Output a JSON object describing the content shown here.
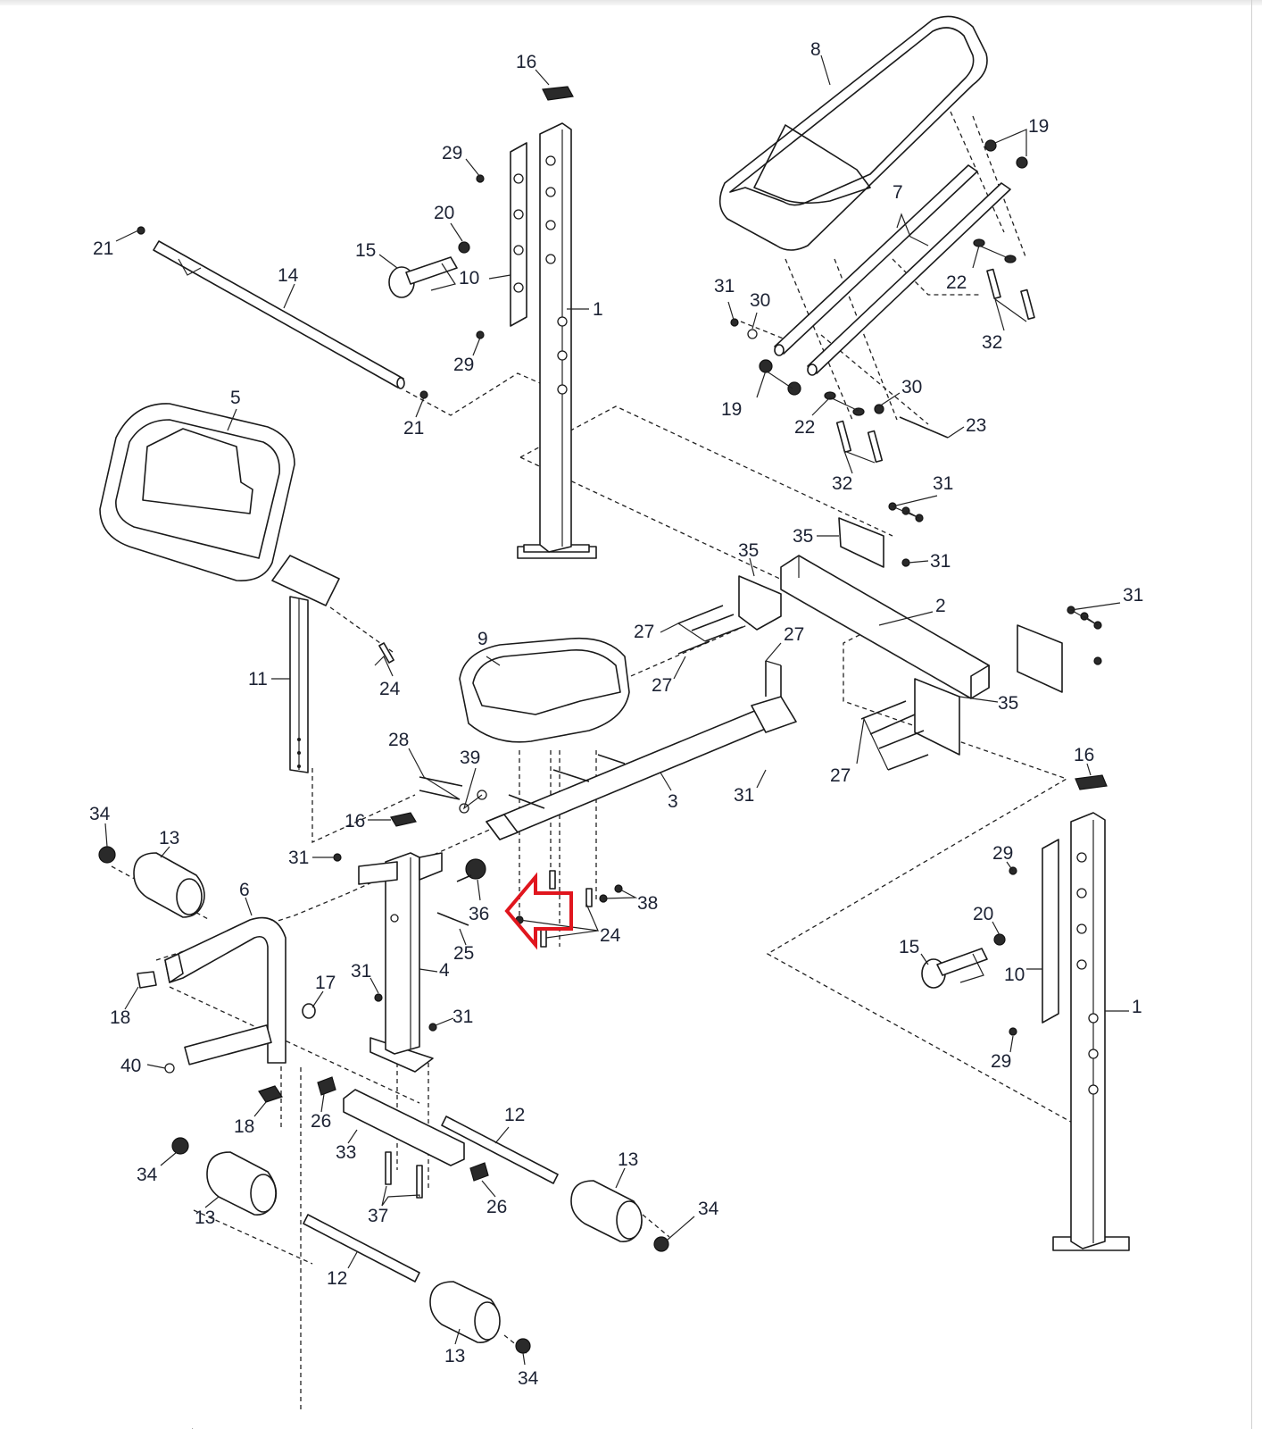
{
  "diagram": {
    "title": "Weight bench exploded parts diagram",
    "highlight": {
      "shape": "outline-arrow",
      "direction": "left",
      "color": "#e0161e",
      "points_to_part": "24"
    },
    "colors": {
      "line": "#1a1a1a",
      "label": "#1c2233",
      "highlight": "#e0161e",
      "background": "#ffffff"
    },
    "labels": [
      {
        "id": "l16a",
        "text": "16"
      },
      {
        "id": "l8",
        "text": "8"
      },
      {
        "id": "l19a",
        "text": "19"
      },
      {
        "id": "l29a",
        "text": "29"
      },
      {
        "id": "l20a",
        "text": "20"
      },
      {
        "id": "l21a",
        "text": "21"
      },
      {
        "id": "l15a",
        "text": "15"
      },
      {
        "id": "l10a",
        "text": "10"
      },
      {
        "id": "l14",
        "text": "14"
      },
      {
        "id": "l7",
        "text": "7"
      },
      {
        "id": "l22a",
        "text": "22"
      },
      {
        "id": "l31a",
        "text": "31"
      },
      {
        "id": "l30a",
        "text": "30"
      },
      {
        "id": "l1a",
        "text": "1"
      },
      {
        "id": "l32a",
        "text": "32"
      },
      {
        "id": "l29b",
        "text": "29"
      },
      {
        "id": "l21b",
        "text": "21"
      },
      {
        "id": "l19b",
        "text": "19"
      },
      {
        "id": "l30b",
        "text": "30"
      },
      {
        "id": "l22b",
        "text": "22"
      },
      {
        "id": "l23",
        "text": "23"
      },
      {
        "id": "l5",
        "text": "5"
      },
      {
        "id": "l32b",
        "text": "32"
      },
      {
        "id": "l31b",
        "text": "31"
      },
      {
        "id": "l35a",
        "text": "35"
      },
      {
        "id": "l35b",
        "text": "35"
      },
      {
        "id": "l31c",
        "text": "31"
      },
      {
        "id": "l2",
        "text": "2"
      },
      {
        "id": "l31d",
        "text": "31"
      },
      {
        "id": "l27a",
        "text": "27"
      },
      {
        "id": "l27b",
        "text": "27"
      },
      {
        "id": "l27c",
        "text": "27"
      },
      {
        "id": "l9",
        "text": "9"
      },
      {
        "id": "l11",
        "text": "11"
      },
      {
        "id": "l24a",
        "text": "24"
      },
      {
        "id": "l35c",
        "text": "35"
      },
      {
        "id": "l28",
        "text": "28"
      },
      {
        "id": "l39",
        "text": "39"
      },
      {
        "id": "l27d",
        "text": "27"
      },
      {
        "id": "l16b",
        "text": "16"
      },
      {
        "id": "l3",
        "text": "3"
      },
      {
        "id": "l31e",
        "text": "31"
      },
      {
        "id": "l34a",
        "text": "34"
      },
      {
        "id": "l13a",
        "text": "13"
      },
      {
        "id": "l16c",
        "text": "16"
      },
      {
        "id": "l29c",
        "text": "29"
      },
      {
        "id": "l31f",
        "text": "31"
      },
      {
        "id": "l6",
        "text": "6"
      },
      {
        "id": "l36",
        "text": "36"
      },
      {
        "id": "l38",
        "text": "38"
      },
      {
        "id": "l20b",
        "text": "20"
      },
      {
        "id": "l24b",
        "text": "24"
      },
      {
        "id": "l15b",
        "text": "15"
      },
      {
        "id": "l25",
        "text": "25"
      },
      {
        "id": "l10b",
        "text": "10"
      },
      {
        "id": "l4",
        "text": "4"
      },
      {
        "id": "l18a",
        "text": "18"
      },
      {
        "id": "l31g",
        "text": "31"
      },
      {
        "id": "l17",
        "text": "17"
      },
      {
        "id": "l31h",
        "text": "31"
      },
      {
        "id": "l1b",
        "text": "1"
      },
      {
        "id": "l40",
        "text": "40"
      },
      {
        "id": "l29d",
        "text": "29"
      },
      {
        "id": "l18b",
        "text": "18"
      },
      {
        "id": "l26a",
        "text": "26"
      },
      {
        "id": "l12a",
        "text": "12"
      },
      {
        "id": "l33",
        "text": "33"
      },
      {
        "id": "l34b",
        "text": "34"
      },
      {
        "id": "l13b",
        "text": "13"
      },
      {
        "id": "l26b",
        "text": "26"
      },
      {
        "id": "l13c",
        "text": "13"
      },
      {
        "id": "l34c",
        "text": "34"
      },
      {
        "id": "l37",
        "text": "37"
      },
      {
        "id": "l12b",
        "text": "12"
      },
      {
        "id": "l13d",
        "text": "13"
      },
      {
        "id": "l34d",
        "text": "34"
      }
    ]
  }
}
